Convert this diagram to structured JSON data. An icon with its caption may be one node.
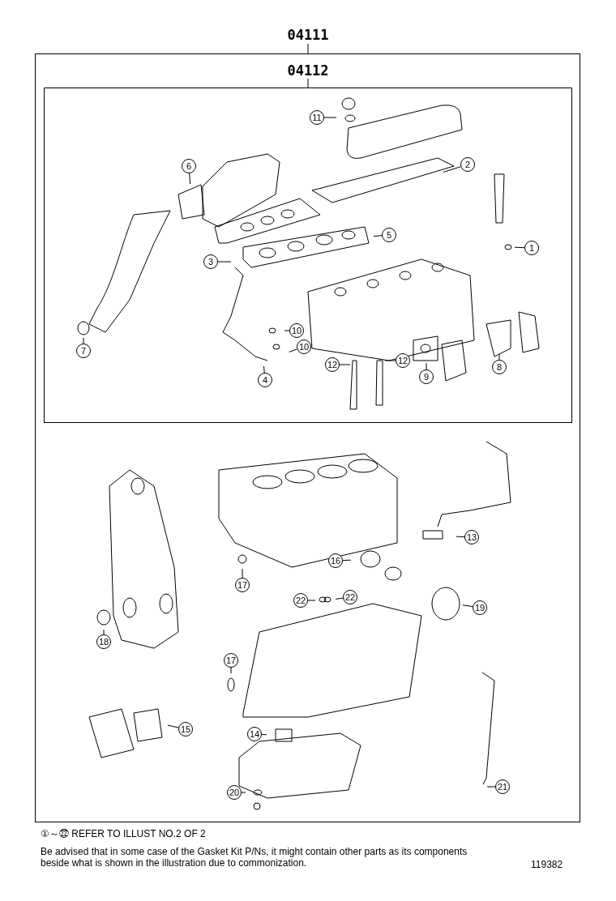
{
  "diagram": {
    "nodes": [
      {
        "text": [
          "04111"
        ]
      },
      {
        "text": [
          "04112"
        ],
        "in": 0
      },
      {
        "text": [
          "11"
        ],
        "in": 1
      },
      {
        "text": [
          "6"
        ],
        "in": 1
      },
      {
        "text": [
          "2"
        ],
        "in": 1
      },
      {
        "text": [
          "5"
        ],
        "in": 1
      },
      {
        "text": [
          "1"
        ],
        "in": 1
      },
      {
        "text": [
          "3"
        ],
        "in": 1
      },
      {
        "text": [
          "7"
        ],
        "in": 1
      },
      {
        "text": [
          "10"
        ],
        "in": 1
      },
      {
        "text": [
          "10"
        ],
        "in": 1
      },
      {
        "text": [
          "4"
        ],
        "in": 1
      },
      {
        "text": [
          "12"
        ],
        "in": 1
      },
      {
        "text": [
          "12"
        ],
        "in": 1
      },
      {
        "text": [
          "9"
        ],
        "in": 1
      },
      {
        "text": [
          "8"
        ],
        "in": 1
      },
      {
        "text": [
          "13"
        ],
        "in": 0
      },
      {
        "text": [
          "16"
        ],
        "in": 0
      },
      {
        "text": [
          "17"
        ],
        "in": 0
      },
      {
        "text": [
          "22"
        ],
        "in": 0
      },
      {
        "text": [
          "22"
        ],
        "in": 0
      },
      {
        "text": [
          "19"
        ],
        "in": 0
      },
      {
        "text": [
          "18"
        ],
        "in": 0
      },
      {
        "text": [
          "17"
        ],
        "in": 0
      },
      {
        "text": [
          "15"
        ],
        "in": 0
      },
      {
        "text": [
          "14"
        ],
        "in": 0
      },
      {
        "text": [
          "20"
        ],
        "in": 0
      },
      {
        "text": [
          "21"
        ],
        "in": 0
      }
    ],
    "edges": [
      {
        "from": 2,
        "to": null,
        "arrow": "none"
      },
      {
        "from": 3,
        "to": null,
        "arrow": "none"
      },
      {
        "from": 4,
        "to": null,
        "arrow": "none"
      },
      {
        "from": 5,
        "to": null,
        "arrow": "none"
      },
      {
        "from": 6,
        "to": null,
        "arrow": "none"
      },
      {
        "from": 7,
        "to": null,
        "arrow": "none"
      },
      {
        "from": 8,
        "to": null,
        "arrow": "none"
      },
      {
        "from": 9,
        "to": null,
        "arrow": "none"
      },
      {
        "from": 10,
        "to": null,
        "arrow": "none"
      },
      {
        "from": 11,
        "to": null,
        "arrow": "none"
      },
      {
        "from": 12,
        "to": null,
        "arrow": "none"
      },
      {
        "from": 13,
        "to": null,
        "arrow": "none"
      },
      {
        "from": 14,
        "to": null,
        "arrow": "none"
      },
      {
        "from": 15,
        "to": null,
        "arrow": "none"
      },
      {
        "from": 16,
        "to": null,
        "arrow": "none"
      },
      {
        "from": 17,
        "to": null,
        "arrow": "none"
      },
      {
        "from": 18,
        "to": null,
        "arrow": "none"
      },
      {
        "from": 19,
        "to": null,
        "arrow": "none"
      },
      {
        "from": 20,
        "to": null,
        "arrow": "none"
      },
      {
        "from": 21,
        "to": null,
        "arrow": "none"
      },
      {
        "from": 22,
        "to": null,
        "arrow": "none"
      },
      {
        "from": 23,
        "to": null,
        "arrow": "none"
      },
      {
        "from": 24,
        "to": null,
        "arrow": "none"
      },
      {
        "from": 25,
        "to": null,
        "arrow": "none"
      },
      {
        "from": 26,
        "to": null,
        "arrow": "none"
      },
      {
        "from": 27,
        "to": null,
        "arrow": "none"
      }
    ],
    "labels": [
      "①～㉒ REFER TO ILLUST NO.2 OF 2",
      "Be advised that in some case of the Gasket Kit P/Ns,  it might contain other parts as its components beside what is shown in the illustration due to commonization.",
      "119382"
    ]
  }
}
